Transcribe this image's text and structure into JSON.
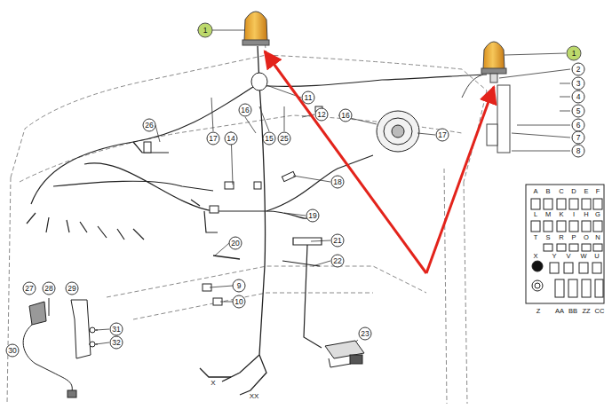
{
  "diagram": {
    "labels": [
      "1",
      "1",
      "2",
      "3",
      "4",
      "5",
      "6",
      "7",
      "8",
      "26",
      "17",
      "14",
      "16",
      "15",
      "25",
      "11",
      "12",
      "16",
      "17",
      "18",
      "19",
      "20",
      "21",
      "22",
      "9",
      "10",
      "27",
      "28",
      "29",
      "30",
      "31",
      "32",
      "23",
      "X",
      "XX",
      "A",
      "B",
      "C",
      "D",
      "E",
      "F",
      "L",
      "M",
      "K",
      "I",
      "H",
      "G",
      "T",
      "S",
      "R",
      "P",
      "O",
      "N",
      "X",
      "Y",
      "V",
      "W",
      "U",
      "Z",
      "AA",
      "BB",
      "ZZ",
      "CC"
    ]
  }
}
